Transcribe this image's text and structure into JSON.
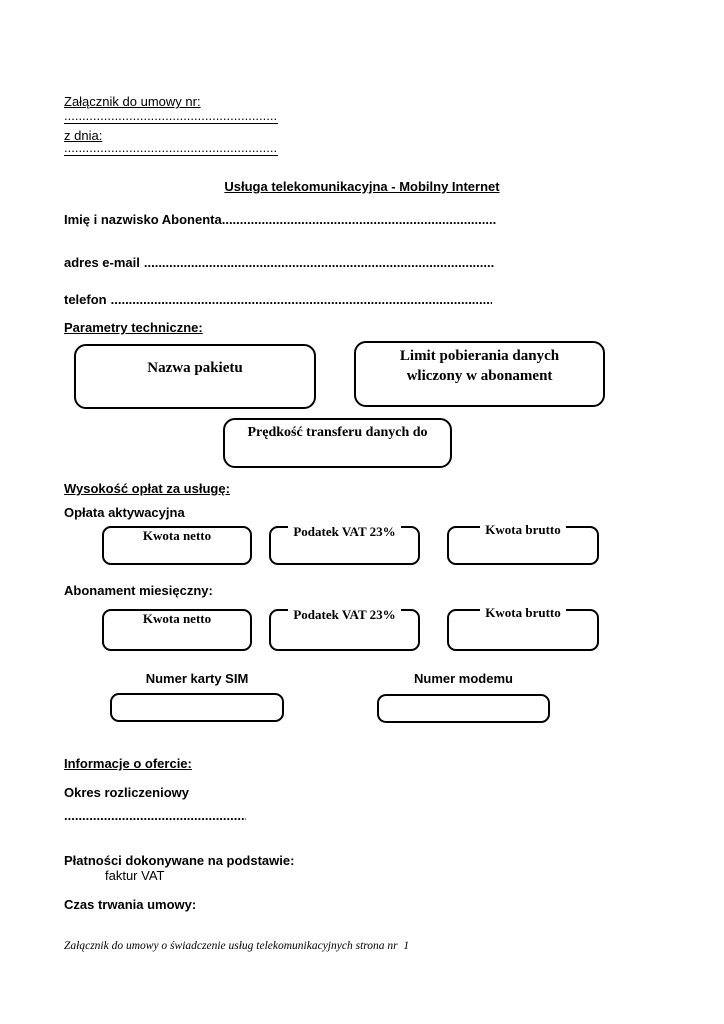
{
  "document": {
    "attachment": {
      "number_label": "Załącznik do umowy nr:",
      "number_dots": "......................................................................",
      "date_label": "z dnia:",
      "date_dots": "......................................................................"
    },
    "title": "Usługa telekomunikacyjna - Mobilny Internet",
    "subscriber": {
      "name_label": "Imię i nazwisko Abonenta",
      "name_dots": "....................................................................................................",
      "email_label": "adres e-mail",
      "email_dots": ".........................................................................................................",
      "phone_label": "telefon",
      "phone_dots": ".............................................................................................................."
    },
    "technical": {
      "heading": "Parametry techniczne:",
      "package_box_label": "Nazwa pakietu",
      "limit_box_label": "Limit pobierania danych wliczony w abonament",
      "speed_box_label": "Prędkość transferu danych do"
    },
    "fees": {
      "heading": "Wysokość opłat za usługę:",
      "activation_label": "Opłata aktywacyjna",
      "monthly_label": "Abonament miesięczny:",
      "net_label": "Kwota netto",
      "vat_label": "Podatek VAT 23%",
      "gross_label": "Kwota brutto"
    },
    "identifiers": {
      "sim_label": "Numer karty SIM",
      "modem_label": "Numer modemu"
    },
    "offer": {
      "heading": "Informacje o ofercie:",
      "billing_label": "Okres rozliczeniowy",
      "billing_dots": "....................................................",
      "payments_label": "Płatności dokonywane na podstawie:",
      "payments_value": "faktur VAT",
      "duration_label": "Czas trwania umowy:"
    },
    "footer": "Załącznik do umowy o świadczenie usług telekomunikacyjnych strona nr  1"
  }
}
